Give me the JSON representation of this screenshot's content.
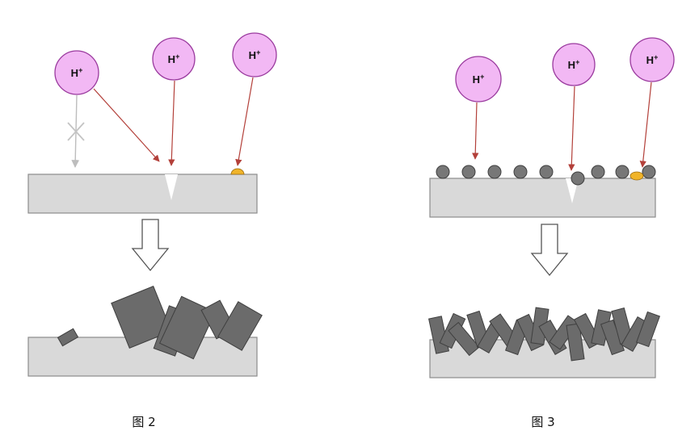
{
  "ion": {
    "label": "H",
    "charge": "+",
    "fill": "#f2b8f4",
    "stroke": "#9a3a9e"
  },
  "colors": {
    "substrate": "#d9d9d9",
    "substrate_stroke": "#8c8c8c",
    "flake": "#6b6b6b",
    "flake_stroke": "#3f3f3f",
    "arrow_red": "#b3403a",
    "arrow_blocked": "#bdbdbd",
    "impurity": "#f0b42a",
    "sphere": "#777777"
  },
  "figures": [
    {
      "caption": "图 2"
    },
    {
      "caption": "图 3"
    }
  ]
}
